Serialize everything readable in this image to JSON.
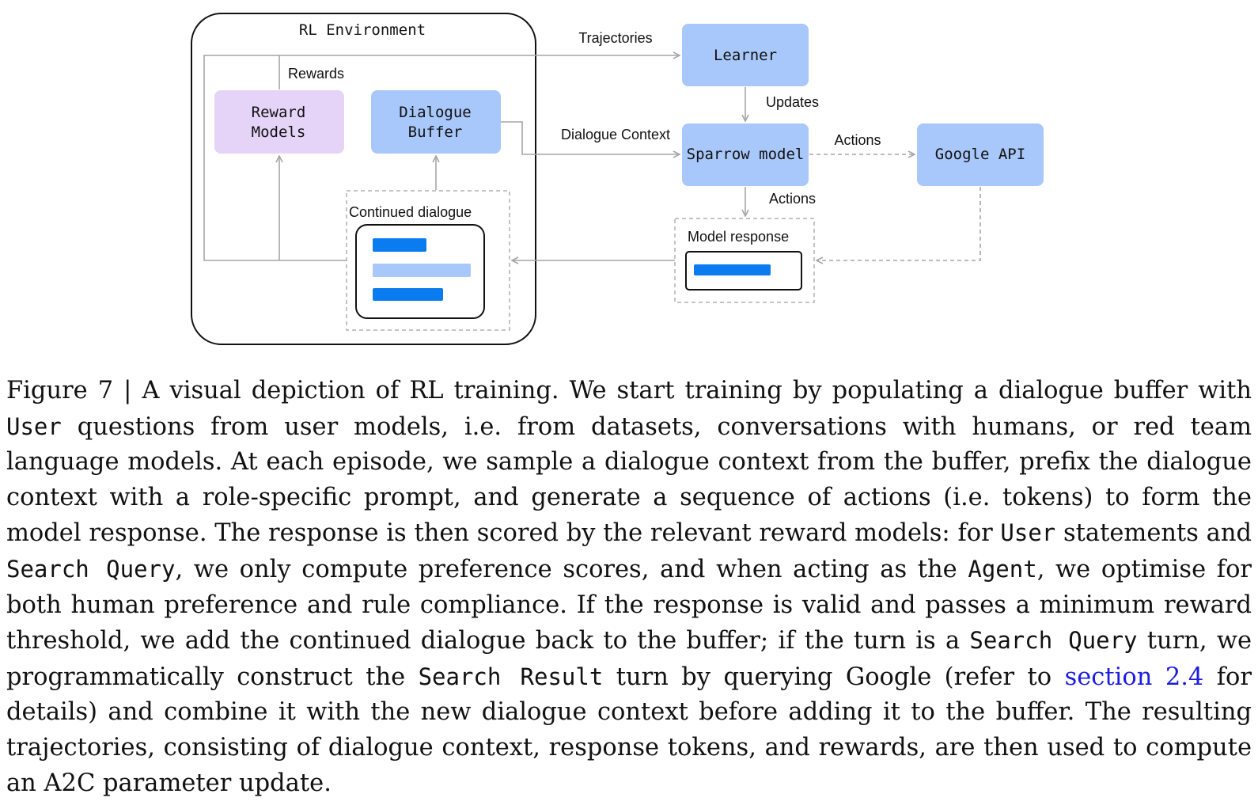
{
  "diagram": {
    "env_title": "RL Environment",
    "learner": "Learner",
    "reward_models": [
      "Reward",
      "Models"
    ],
    "dialogue_buffer": [
      "Dialogue",
      "Buffer"
    ],
    "sparrow_model": "Sparrow model",
    "google_api": "Google API",
    "labels": {
      "trajectories": "Trajectories",
      "rewards": "Rewards",
      "updates": "Updates",
      "dialogue_context": "Dialogue Context",
      "actions_api": "Actions",
      "actions_down": "Actions",
      "continued_dialogue": "Continued dialogue",
      "model_response": "Model response"
    },
    "colors": {
      "blue_box": "#a8c7fa",
      "purple_box": "#e5d4f8",
      "dark_bar": "#0b7cf0",
      "light_bar": "#a8c7fa",
      "arrow": "#a6a6a6"
    }
  },
  "caption": {
    "figure_label": "Figure 7 | ",
    "s1": "A visual depiction of RL training. We start training by populating a dialogue buffer with ",
    "code_user_1": "User",
    "s2": " questions from user models, i.e. from datasets, conversations with humans, or red team language models. At each episode, we sample a dialogue context from the buffer, prefix the dialogue context with a role-specific prompt, and generate a sequence of actions (i.e. tokens) to form the model response. The response is then scored by the relevant reward models: for ",
    "code_user_2": "User",
    "s3": " statements and ",
    "code_search_query_1": "Search Query",
    "s4": ", we only compute preference scores, and when acting as the ",
    "code_agent": "Agent",
    "s5": ", we optimise for both human preference and rule compliance. If the response is valid and passes a minimum reward threshold, we add the continued dialogue back to the buffer; if the turn is a ",
    "code_search_query_2": "Search Query",
    "s6": " turn, we programmatically construct the ",
    "code_search_result": "Search Result",
    "s7": " turn by querying Google (refer to ",
    "link_section": "section 2.4",
    "s8": " for details) and combine it with the new dialogue context before adding it to the buffer. The resulting trajectories, consisting of dialogue context, response tokens, and rewards, are then used to compute an A2C parameter update."
  }
}
